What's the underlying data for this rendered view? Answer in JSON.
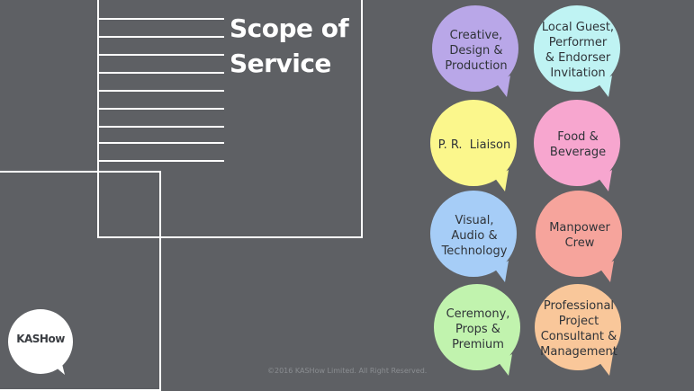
{
  "slide": {
    "title_line1": "Scope of",
    "title_line2": "Service",
    "copyright": "©2016 KASHow Limited. All Right Reserved.",
    "logo_text": "KASHow"
  },
  "services": [
    {
      "lines": [
        "Creative,",
        "Design &",
        "Production"
      ],
      "color": "#b9a7e8"
    },
    {
      "lines": [
        "Local Guest,",
        "Performer",
        "& Endorser",
        "Invitation"
      ],
      "color": "#bff3f3"
    },
    {
      "lines": [
        "P. R.  Liaison"
      ],
      "color": "#fbf78c"
    },
    {
      "lines": [
        "Food &",
        "Beverage"
      ],
      "color": "#f7a6cf"
    },
    {
      "lines": [
        "Visual,",
        "Audio &",
        "Technology"
      ],
      "color": "#a6cdf7"
    },
    {
      "lines": [
        "Manpower",
        "Crew"
      ],
      "color": "#f6a49c"
    },
    {
      "lines": [
        "Ceremony,",
        "Props &",
        "Premium"
      ],
      "color": "#c1f3ae"
    },
    {
      "lines": [
        "Professional",
        "Project",
        "Consultant &",
        "Management"
      ],
      "color": "#f9c79a"
    }
  ]
}
